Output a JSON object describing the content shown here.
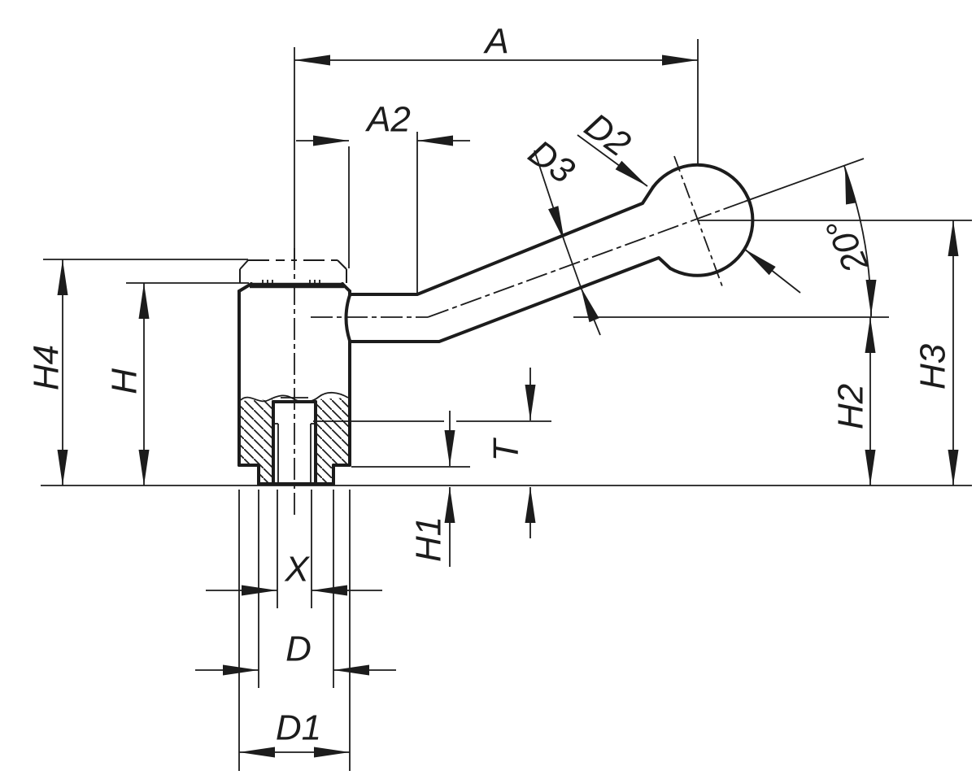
{
  "drawing": {
    "background": "#ffffff",
    "line_color": "#1c1c1c",
    "view": "side-view-partial-section"
  },
  "labels": {
    "a": "A",
    "a2": "A2",
    "d2": "D2",
    "d3": "D3",
    "angle": "20°",
    "h4": "H4",
    "h": "H",
    "h1": "H1",
    "t": "T",
    "h2": "H2",
    "h3": "H3",
    "x": "X",
    "d": "D",
    "d1": "D1"
  }
}
